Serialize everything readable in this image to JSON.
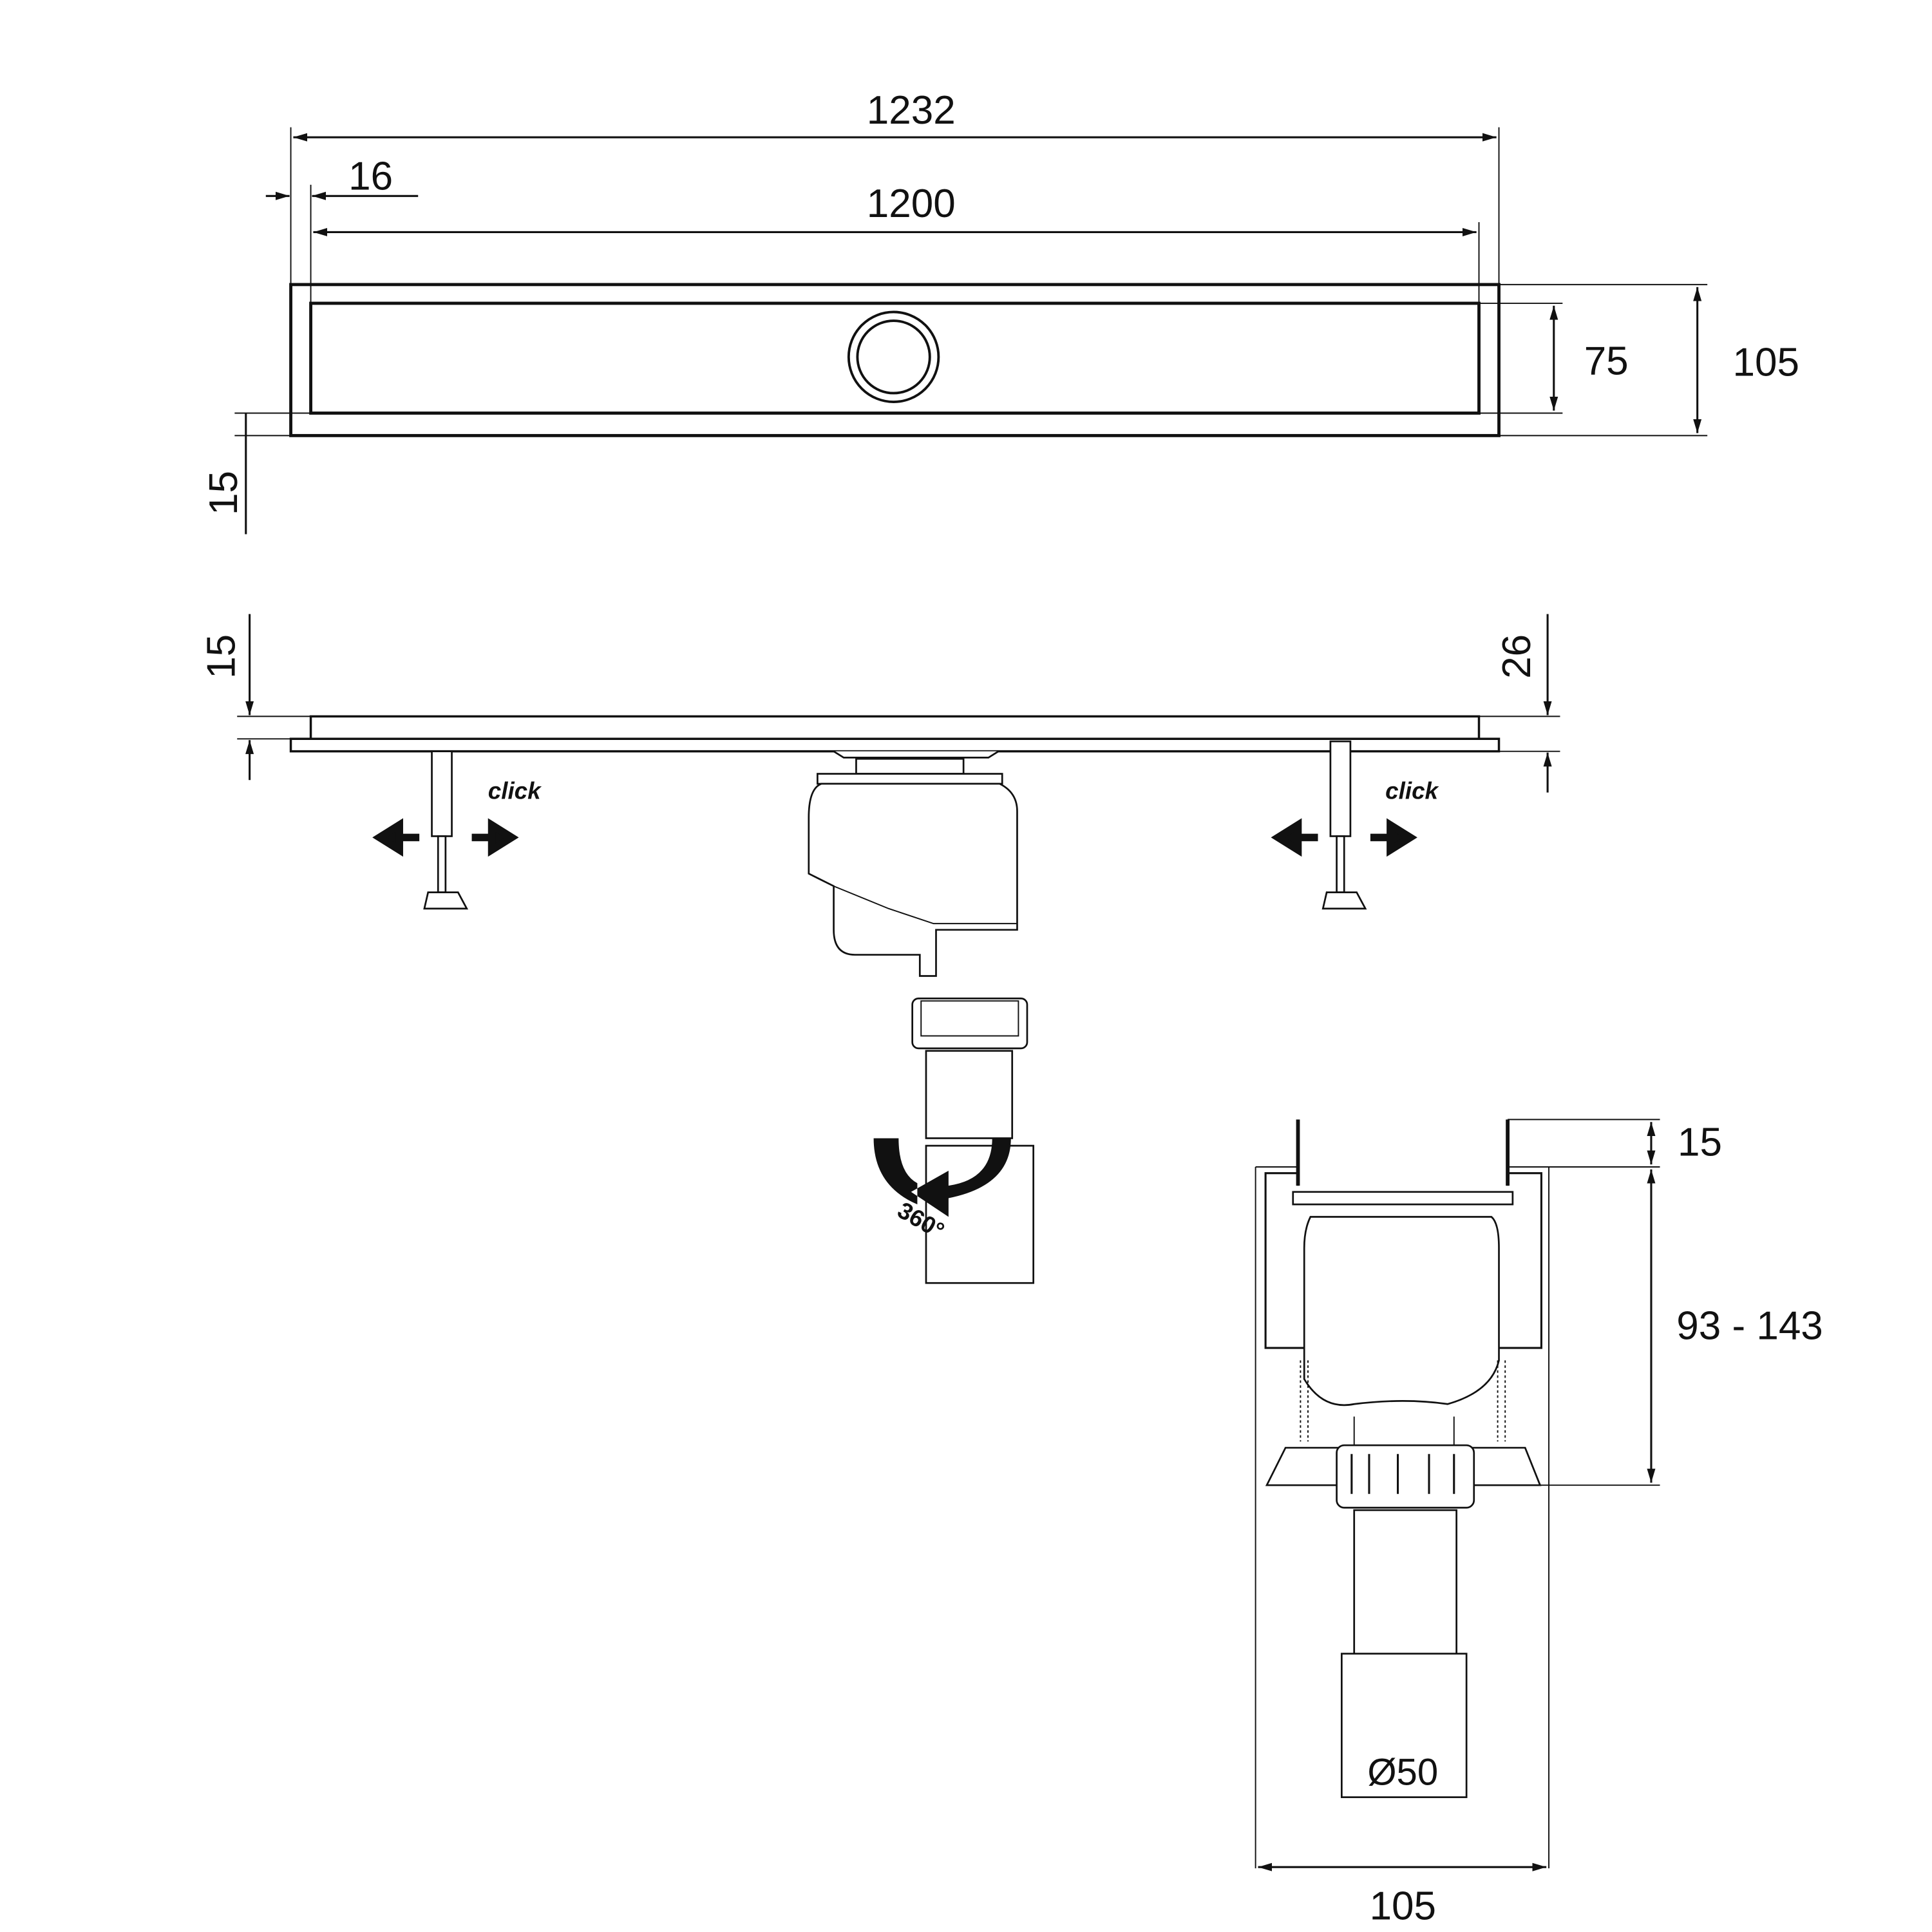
{
  "drawing": {
    "top_view": {
      "overall_length": "1232",
      "edge_offset": "16",
      "channel_length": "1200",
      "grate_width": "75",
      "overall_width": "105",
      "flange_height": "15"
    },
    "side_view": {
      "flange_height": "15",
      "total_height": "26",
      "click_label_left": "click",
      "click_label_right": "click",
      "rotation_label": "360°"
    },
    "section_view": {
      "top_height": "15",
      "adjust_range": "93 - 143",
      "outlet_diameter": "Ø50",
      "width": "105"
    }
  }
}
